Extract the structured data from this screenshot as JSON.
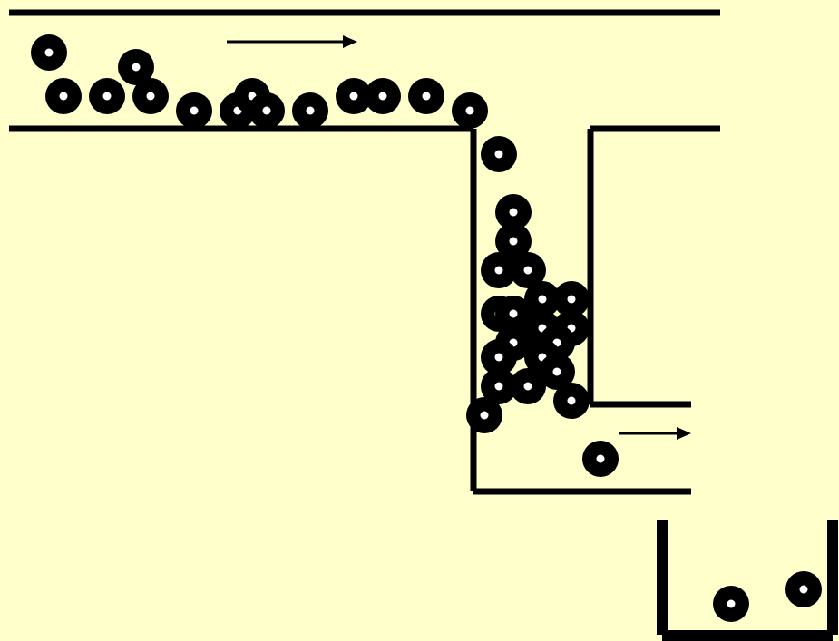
{
  "colors": {
    "background": "#FFFFCC",
    "ink": "#000000",
    "particle_center": "#FFFFFF"
  },
  "diagram": {
    "title": "",
    "description_text": "",
    "elements": {
      "upper_channel": "upper-channel",
      "narrow_column": "narrow-column",
      "lower_channel": "lower-channel",
      "collection_bin": "collection-bin",
      "flow_arrow_top": "flow-arrow-top",
      "flow_arrow_bottom": "flow-arrow-bottom",
      "particle": "particle"
    }
  }
}
